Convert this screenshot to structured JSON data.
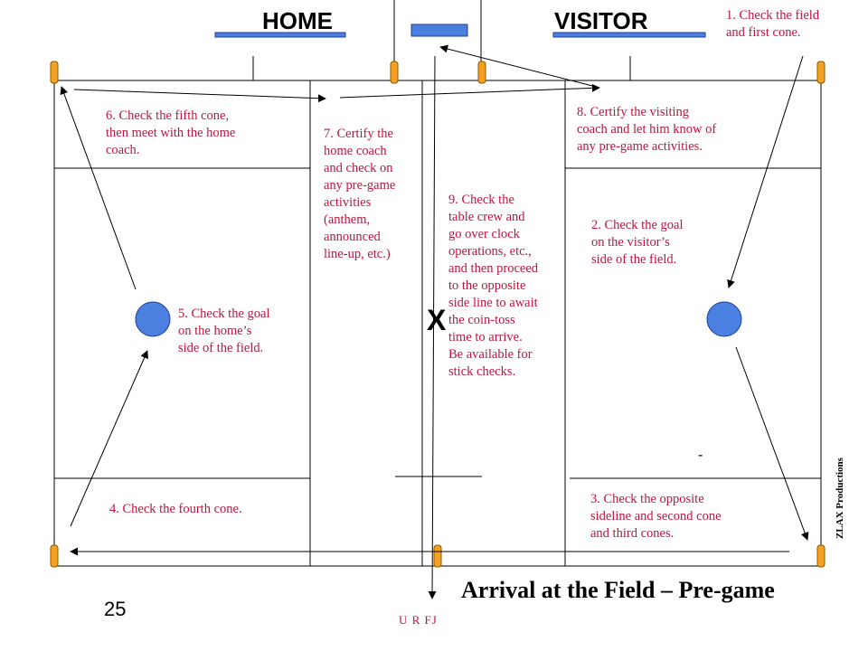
{
  "header": {
    "home": "HOME",
    "visitor": "VISITOR"
  },
  "steps": {
    "s1": "1. Check the field\nand first cone.",
    "s2": "2. Check the goal\non the visitor’s\nside of the field.",
    "s3": "3. Check the opposite\nsideline and second cone\nand third cones.",
    "s4": "4. Check the fourth cone.",
    "s5": "5. Check the goal\non the home’s\nside of the field.",
    "s6": "6. Check the fifth cone,\nthen meet with the home\ncoach.",
    "s7": "7. Certify the\nhome coach\nand check on\nany pre-game\nactivities\n(anthem,\nannounced\nline-up, etc.)",
    "s8": "8. Certify the visiting\ncoach and let him know of\nany pre-game activities.",
    "s9": "9. Check the\ntable crew and\ngo over clock\noperations, etc.,\nand then proceed\nto the opposite\nside line to await\nthe coin-toss\ntime to arrive.\nBe available for\nstick checks."
  },
  "official_marker": "X",
  "stray_mark": "-",
  "title": "Arrival at the Field – Pre-game",
  "page_number": "25",
  "crew_label": "U  R  FJ",
  "credit": "ZLAX  Productions",
  "colors": {
    "step_text": "#c0143c",
    "cone": "#f5a020",
    "goal": "#4b7fe0",
    "bench": "#4b7fe0",
    "lines": "#000000"
  }
}
